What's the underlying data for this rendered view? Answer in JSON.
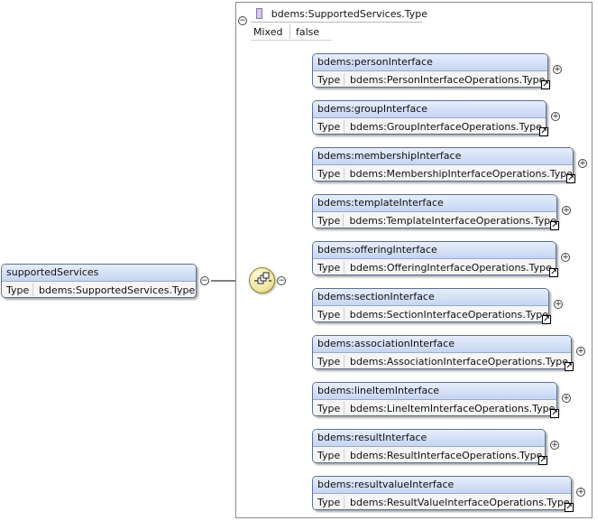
{
  "root": {
    "name": "supportedServices",
    "type_key": "Type",
    "type_value": "bdems:SupportedServices.Type"
  },
  "complex_type": {
    "name": "bdems:SupportedServices.Type",
    "attr_key": "Mixed",
    "attr_value": "false"
  },
  "children": [
    {
      "name": "bdems:personInterface",
      "type_key": "Type",
      "type_value": "bdems:PersonInterfaceOperations.Type"
    },
    {
      "name": "bdems:groupInterface",
      "type_key": "Type",
      "type_value": "bdems:GroupInterfaceOperations.Type"
    },
    {
      "name": "bdems:membershipInterface",
      "type_key": "Type",
      "type_value": "bdems:MembershipInterfaceOperations.Type"
    },
    {
      "name": "bdems:templateInterface",
      "type_key": "Type",
      "type_value": "bdems:TemplateInterfaceOperations.Type"
    },
    {
      "name": "bdems:offeringInterface",
      "type_key": "Type",
      "type_value": "bdems:OfferingInterfaceOperations.Type"
    },
    {
      "name": "bdems:sectionInterface",
      "type_key": "Type",
      "type_value": "bdems:SectionInterfaceOperations.Type"
    },
    {
      "name": "bdems:associationInterface",
      "type_key": "Type",
      "type_value": "bdems:AssociationInterfaceOperations.Type"
    },
    {
      "name": "bdems:lineItemInterface",
      "type_key": "Type",
      "type_value": "bdems:LineItemInterfaceOperations.Type"
    },
    {
      "name": "bdems:resultInterface",
      "type_key": "Type",
      "type_value": "bdems:ResultInterfaceOperations.Type"
    },
    {
      "name": "bdems:resultvalueInterface",
      "type_key": "Type",
      "type_value": "bdems:ResultValueInterfaceOperations.Type"
    }
  ],
  "glyphs": {
    "collapse": "−",
    "expand": "+",
    "link": "↗"
  },
  "icons": {
    "sequence": "sequence-compositor-icon",
    "complex_type": "complex-type-icon"
  },
  "colors": {
    "header_top": "#e6eefc",
    "header_bottom": "#c5d5f1",
    "border": "#5d6f92",
    "compositor": "#f0e6a0",
    "complex_type_icon": "#d6c8ec"
  }
}
